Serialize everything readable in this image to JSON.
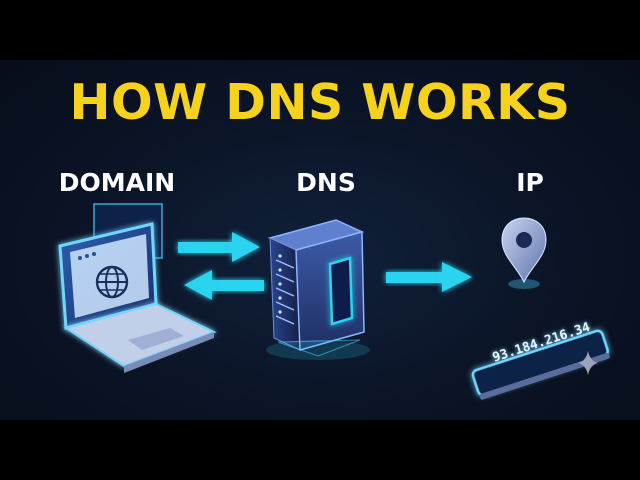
{
  "title": "HOW DNS WORKS",
  "labels": {
    "domain": "DOMAIN",
    "dns": "DNS",
    "ip": "IP"
  },
  "ip_address": "93.184.216.34",
  "icons": {
    "laptop": "laptop-globe-icon",
    "server": "server-rack-icon",
    "location": "location-pin-icon",
    "sparkle": "sparkle-icon"
  },
  "colors": {
    "title": "#f7d21c",
    "arrow": "#29d3f0",
    "glow": "#4fc9ff",
    "background": "#0b1426"
  }
}
